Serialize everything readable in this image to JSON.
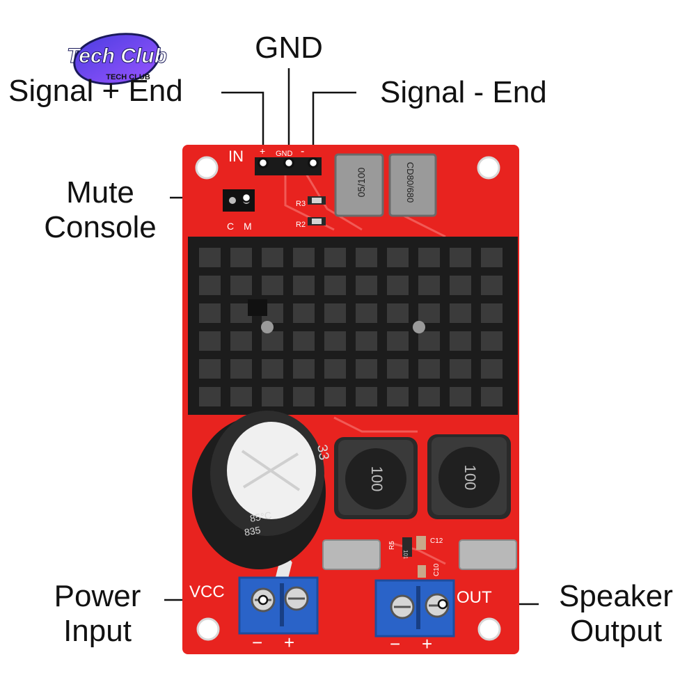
{
  "brand": {
    "logo_text": "Tech Club",
    "logo_subtext": "TECH CLUB",
    "colors": {
      "primary": "#3a35c9",
      "accent": "#8a4dff"
    }
  },
  "callouts": {
    "gnd": "GND",
    "signal_plus": "Signal + End",
    "signal_minus": "Signal - End",
    "mute_line1": "Mute",
    "mute_line2": "Console",
    "power_line1": "Power",
    "power_line2": "Input",
    "speaker_line1": "Speaker",
    "speaker_line2": "Output"
  },
  "board": {
    "colors": {
      "pcb": "#e8231f",
      "heatsink": "#1c1c1c",
      "terminal": "#2a63c8",
      "inductor": "#232323",
      "capacitor": "#202020"
    },
    "silkscreen": {
      "input_header": "IN",
      "input_pins": [
        "+",
        "GND",
        "-"
      ],
      "resistor_r3": "R3",
      "resistor_r2": "R2",
      "resistor_r5": "R5",
      "cap_c12": "C12",
      "cap_c10": "C10",
      "resistor_value": "101",
      "jumper_c": "C",
      "jumper_m": "M",
      "vcc": "VCC",
      "out": "OUT",
      "minus": "−",
      "plus": "+"
    },
    "components": {
      "inductor_value": "100",
      "small_inductor_1": "05/100",
      "small_inductor_2": "CD80/680",
      "capacitor_text_1": "33",
      "capacitor_text_2": "85°C",
      "capacitor_text_3": "835"
    }
  }
}
